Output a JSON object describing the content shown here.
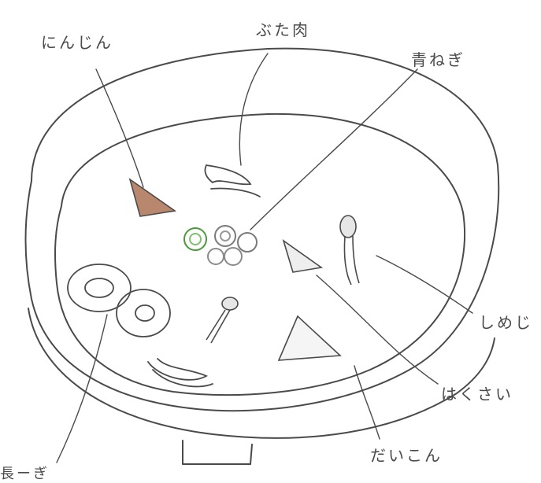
{
  "labels": {
    "carrot": "にんじん",
    "pork": "ぶた肉",
    "green_onion": "青ねぎ",
    "shimeji": "しめじ",
    "hakusai": "はくさい",
    "daikon": "だいこん",
    "satoimo": "長ーぎ"
  },
  "colors": {
    "pencil": "#4a4a4a",
    "carrot_fill": "#b8876d",
    "onion_green": "#4a9a3c",
    "shading": "#bdbdbd"
  }
}
